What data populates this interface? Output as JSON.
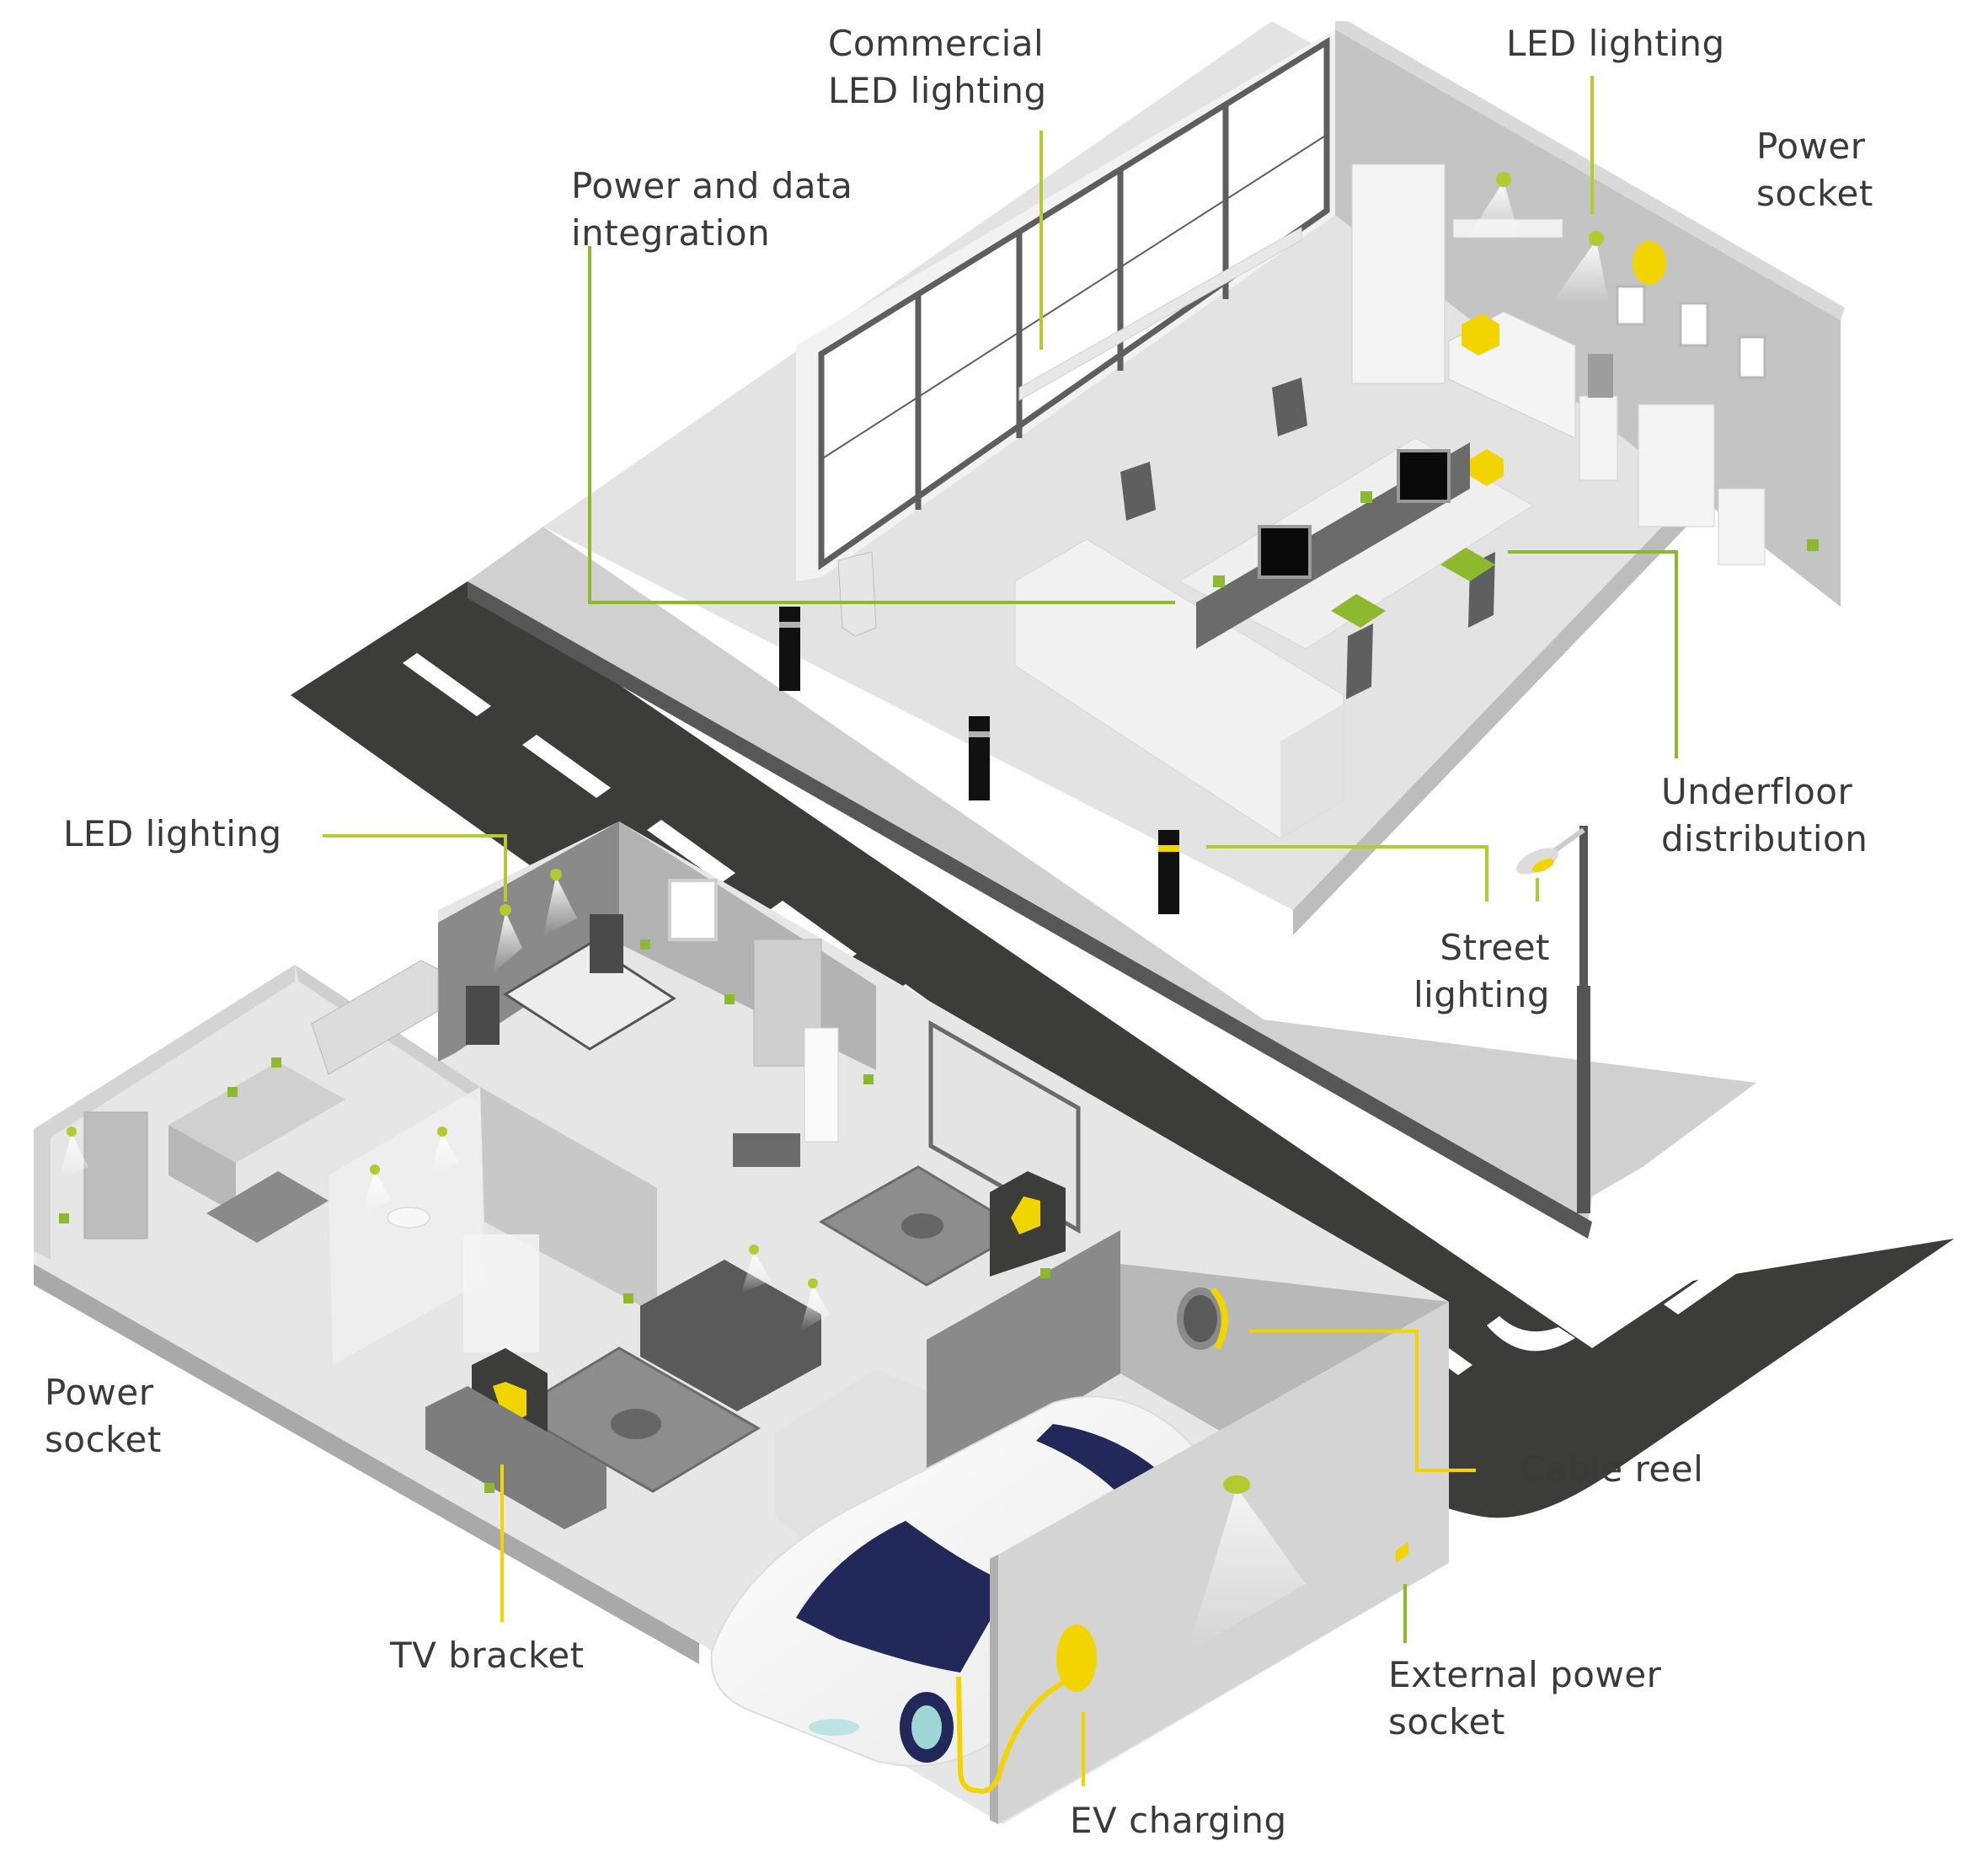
{
  "colors": {
    "leader_green": "#b5c930",
    "leader_yellow": "#f2d500",
    "socket_green": "#8db92e",
    "accent_yellow": "#f2d500",
    "road": "#3c3c3b",
    "road_marking": "#ffffff",
    "pavement": "#d0d0d0",
    "wall_light": "#dcdcdc",
    "wall_mid": "#c4c4c4",
    "wall_dark": "#8a8a8a",
    "floor": "#e6e6e6",
    "car_glass": "#22295a",
    "text": "#3a3a3a"
  },
  "labels": {
    "commercial_led": {
      "line1": "Commercial",
      "line2": "LED lighting"
    },
    "power_data": {
      "line1": "Power and data",
      "line2": "integration"
    },
    "office_led": {
      "line1": "LED lighting"
    },
    "office_socket": {
      "line1": "Power",
      "line2": "socket"
    },
    "underfloor": {
      "line1": "Underfloor",
      "line2": "distribution"
    },
    "street_lighting": {
      "line1": "Street",
      "line2": "lighting"
    },
    "home_led": {
      "line1": "LED lighting"
    },
    "home_socket": {
      "line1": "Power",
      "line2": "socket"
    },
    "tv_bracket": {
      "line1": "TV bracket"
    },
    "cable_reel": {
      "line1": "Cable reel"
    },
    "external_socket": {
      "line1": "External power",
      "line2": "socket"
    },
    "ev_charging": {
      "line1": "EV charging"
    }
  },
  "icons": {
    "bollard": "bollard-icon",
    "street_lamp": "street-lamp-icon",
    "led_spot": "led-spotlight-icon",
    "socket": "power-socket-icon",
    "tv_bracket": "tv-bracket-icon",
    "cable_reel": "cable-reel-icon",
    "ev_charger": "ev-charger-icon",
    "car": "car-icon"
  }
}
